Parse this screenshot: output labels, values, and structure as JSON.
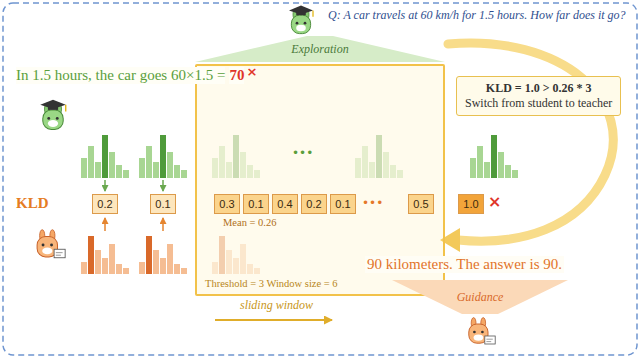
{
  "diagram": {
    "nodes": [
      {
        "text": [
          "Exploration"
        ]
      },
      {
        "text": [
          "Mean = 0.26",
          "Threshold = 3 Window size = 6"
        ]
      },
      {
        "text": [
          "0.2"
        ]
      },
      {
        "text": [
          "0.1"
        ]
      },
      {
        "text": [
          "0.3"
        ],
        "in": 1
      },
      {
        "text": [
          "0.1"
        ],
        "in": 1
      },
      {
        "text": [
          "0.4"
        ],
        "in": 1
      },
      {
        "text": [
          "0.2"
        ],
        "in": 1
      },
      {
        "text": [
          "0.1"
        ],
        "in": 1
      },
      {
        "text": [
          "0.5"
        ],
        "in": 1
      },
      {
        "text": [
          "1.0"
        ]
      },
      {
        "text": [
          "KLD = 1.0 > 0.26 * 3",
          "Switch from student to teacher"
        ]
      },
      {
        "text": [
          "Guidance"
        ]
      }
    ],
    "labels": [
      "Q: A car travels at 60 km/h for 1.5 hours. How far does it go?",
      "In 1.5 hours, the car goes 60×1.5 =",
      "70",
      "×",
      "KLD",
      "•••",
      "•••",
      "×",
      "sliding window",
      "90 kilometers. The answer is 90."
    ]
  }
}
